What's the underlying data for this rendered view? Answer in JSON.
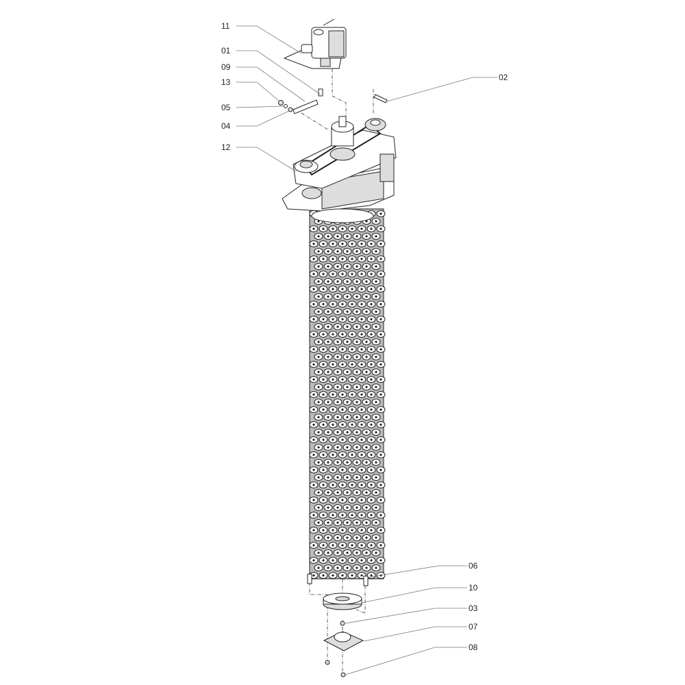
{
  "diagram": {
    "title": "Exploded parts view: roller assembly with drive head",
    "callouts": [
      {
        "id": "11",
        "label": "11"
      },
      {
        "id": "01",
        "label": "01"
      },
      {
        "id": "09",
        "label": "09"
      },
      {
        "id": "13",
        "label": "13"
      },
      {
        "id": "05",
        "label": "05"
      },
      {
        "id": "04",
        "label": "04"
      },
      {
        "id": "12",
        "label": "12"
      },
      {
        "id": "02",
        "label": "02"
      },
      {
        "id": "06",
        "label": "06"
      },
      {
        "id": "10",
        "label": "10"
      },
      {
        "id": "03",
        "label": "03"
      },
      {
        "id": "07",
        "label": "07"
      },
      {
        "id": "08",
        "label": "08"
      }
    ]
  }
}
